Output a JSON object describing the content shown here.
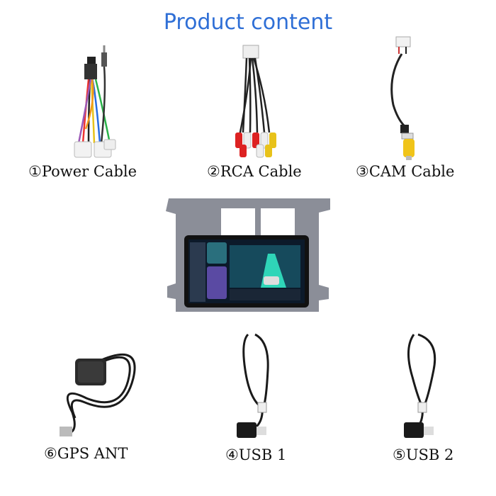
{
  "title": "Product content",
  "items": [
    {
      "label": "①Power Cable",
      "icon": "power-cable"
    },
    {
      "label": "②RCA Cable",
      "icon": "rca-cable"
    },
    {
      "label": "③CAM Cable",
      "icon": "camera-cable"
    },
    {
      "label": "⑥GPS ANT",
      "icon": "gps-antenna"
    },
    {
      "label": "④USB 1",
      "icon": "usb-cable"
    },
    {
      "label": "⑤USB 2",
      "icon": "usb-cable"
    }
  ],
  "head_unit": {
    "icon": "car-stereo-head-unit"
  }
}
